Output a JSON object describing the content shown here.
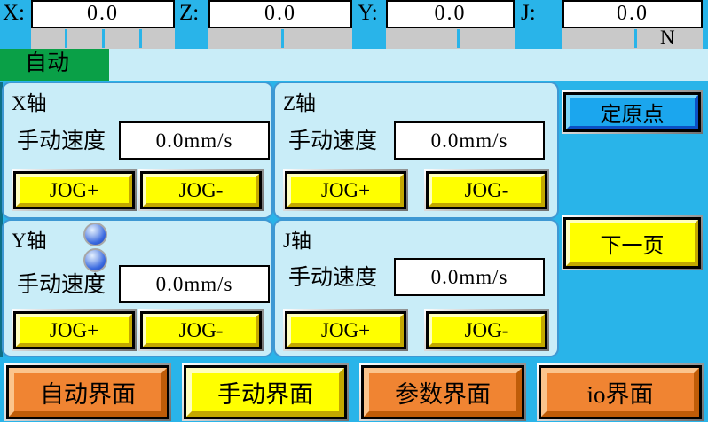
{
  "coordinates": {
    "axes": [
      {
        "label": "X:",
        "value": "0.0"
      },
      {
        "label": "Z:",
        "value": "0.0"
      },
      {
        "label": "Y:",
        "value": "0.0"
      },
      {
        "label": "J:",
        "value": "0.0"
      }
    ],
    "right_flag": "N"
  },
  "mode_banner": {
    "label": "自动"
  },
  "panels": [
    {
      "title": "X轴",
      "speed_label": "手动速度",
      "speed_value": "0.0mm/s",
      "jog_plus": "JOG+",
      "jog_minus": "JOG-"
    },
    {
      "title": "Z轴",
      "speed_label": "手动速度",
      "speed_value": "0.0mm/s",
      "jog_plus": "JOG+",
      "jog_minus": "JOG-"
    },
    {
      "title": "Y轴",
      "speed_label": "手动速度",
      "speed_value": "0.0mm/s",
      "jog_plus": "JOG+",
      "jog_minus": "JOG-",
      "lamp_count": "2"
    },
    {
      "title": "J轴",
      "speed_label": "手动速度",
      "speed_value": "0.0mm/s",
      "jog_plus": "JOG+",
      "jog_minus": "JOG-"
    }
  ],
  "side_buttons": {
    "set_origin": "定原点",
    "next_page": "下一页"
  },
  "bottom_nav": [
    {
      "label": "自动界面",
      "style": "orange"
    },
    {
      "label": "手动界面",
      "style": "yellow"
    },
    {
      "label": "参数界面",
      "style": "orange"
    },
    {
      "label": "io界面",
      "style": "orange"
    }
  ],
  "colors": {
    "background": "#29b4e9",
    "panel_fill": "#c9edf8",
    "panel_border": "#3e98d3",
    "mode_green": "#0aa047",
    "ruler_gray": "#c9c9c9",
    "button_yellow": "#ffff00",
    "button_orange": "#f08432",
    "button_blue": "#1ba6ee",
    "lamp_blue": "#3a6ae0"
  }
}
